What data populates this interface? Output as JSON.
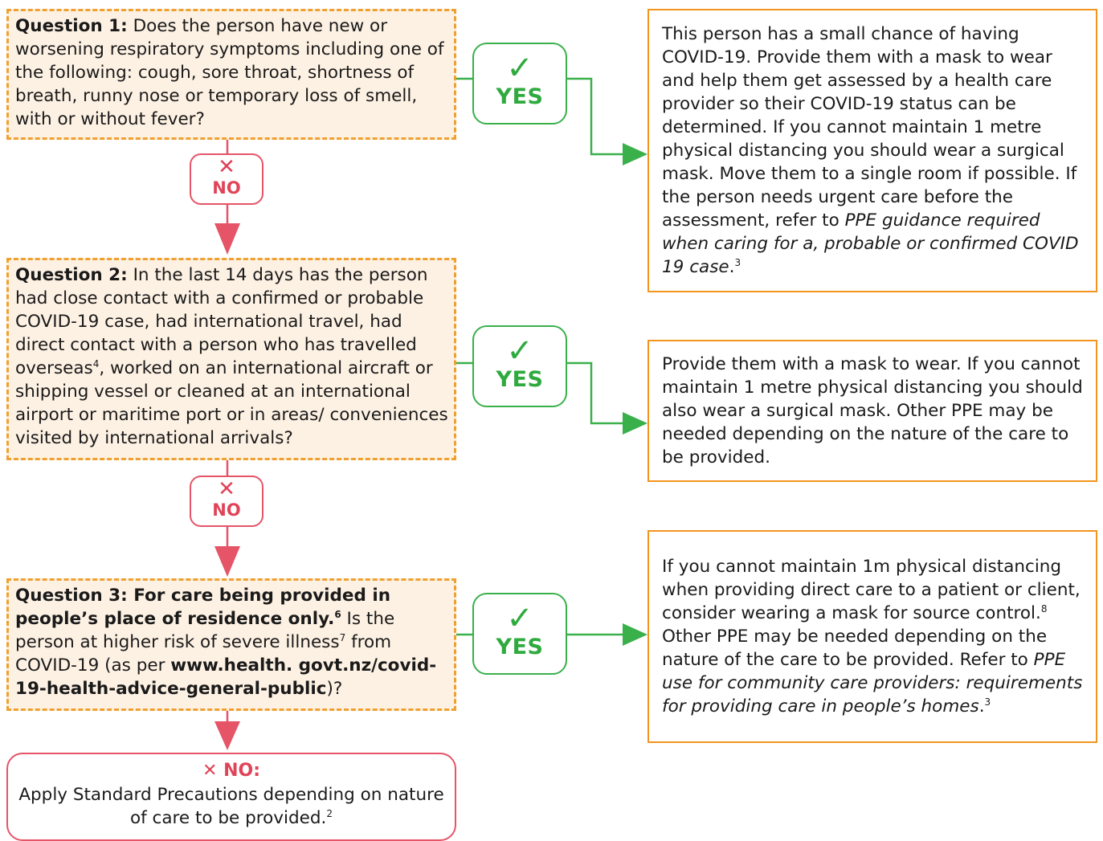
{
  "colors": {
    "question_fill": "#fdf1e3",
    "question_border": "#f0a030",
    "answer_border": "#f2941e",
    "yes_green": "#3ab04b",
    "no_red": "#e55467"
  },
  "icons": {
    "yes_mark": "✓",
    "no_mark": "✕"
  },
  "questions": [
    {
      "title": "Question 1:",
      "text": " Does the person have new or worsening respiratory symptoms including one of the following: cough, sore throat, shortness of breath, runny nose or temporary loss of smell, with or without fever?"
    },
    {
      "title": "Question 2:",
      "text_a": " In the  last 14 days has the person had close contact with a confirmed or probable COVID-19 case, had international travel, had direct contact with a person who has travelled overseas",
      "sup": "4",
      "text_b": ", worked on an international aircraft or shipping vessel or cleaned at an international airport or maritime port or in areas/ conveniences visited by international arrivals?"
    },
    {
      "title": "Question 3: For care being provided in people’s place of residence only.",
      "sup_title": "6",
      "text_a": " Is the person at higher risk of severe illness",
      "sup": "7",
      "text_b": " from COVID-19 (as per ",
      "link": "www.health. govt.nz/covid-19-health-advice-general-public",
      "text_c": ")?"
    }
  ],
  "answers": [
    {
      "text": "This person has a small chance of having COVID-19. Provide them with a mask to wear and help them get assessed by a health care provider so their COVID-19 status can be determined. If you cannot maintain 1 metre physical distancing you should wear a surgical mask. Move them to a single room if possible. If the person needs urgent care before the assessment, refer to ",
      "italic": "PPE guidance required when caring for a, probable or confirmed COVID 19 case",
      "end": ".",
      "sup": "3"
    },
    {
      "text": "Provide them with a mask to wear. If you cannot maintain 1 metre physical distancing you should also wear a surgical mask. Other PPE may be needed depending on the nature of the care to be provided."
    },
    {
      "text_a": "If you cannot maintain 1m physical distancing when providing direct care to a patient or client,  consider wearing a mask for source control.",
      "sup_a": "8",
      "text_b": " Other PPE may be needed depending on the nature of the care to be provided. Refer to ",
      "italic": "PPE use for community care providers: requirements for providing care in people’s homes",
      "end": ".",
      "sup": "3"
    }
  ],
  "yes_label": "YES",
  "no_label": "NO",
  "final": {
    "heading": "NO:",
    "text": "Apply Standard Precautions depending on nature of care to be provided.",
    "sup": "2"
  }
}
